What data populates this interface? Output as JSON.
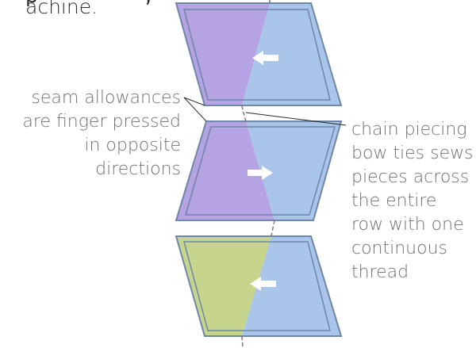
{
  "top_text": "achine.",
  "top_text_fragment": "p                 ,",
  "labels": {
    "seam_allowances": "seam allowances\nare finger pressed\nin opposite\ndirections",
    "chain_piecing": "chain piecing\nbow ties sews\npieces across\nthe entire\nrow with one\ncontinuous\nthread"
  },
  "colors": {
    "purple": "#b6a3e4",
    "blue": "#a9c5e9",
    "green": "#c7d58c",
    "outline": "#6e86a8",
    "thread": "#8a7070",
    "leader": "#2a2a2a"
  },
  "icons": [
    "arrow-left-icon",
    "arrow-right-icon",
    "arrow-left-icon"
  ]
}
